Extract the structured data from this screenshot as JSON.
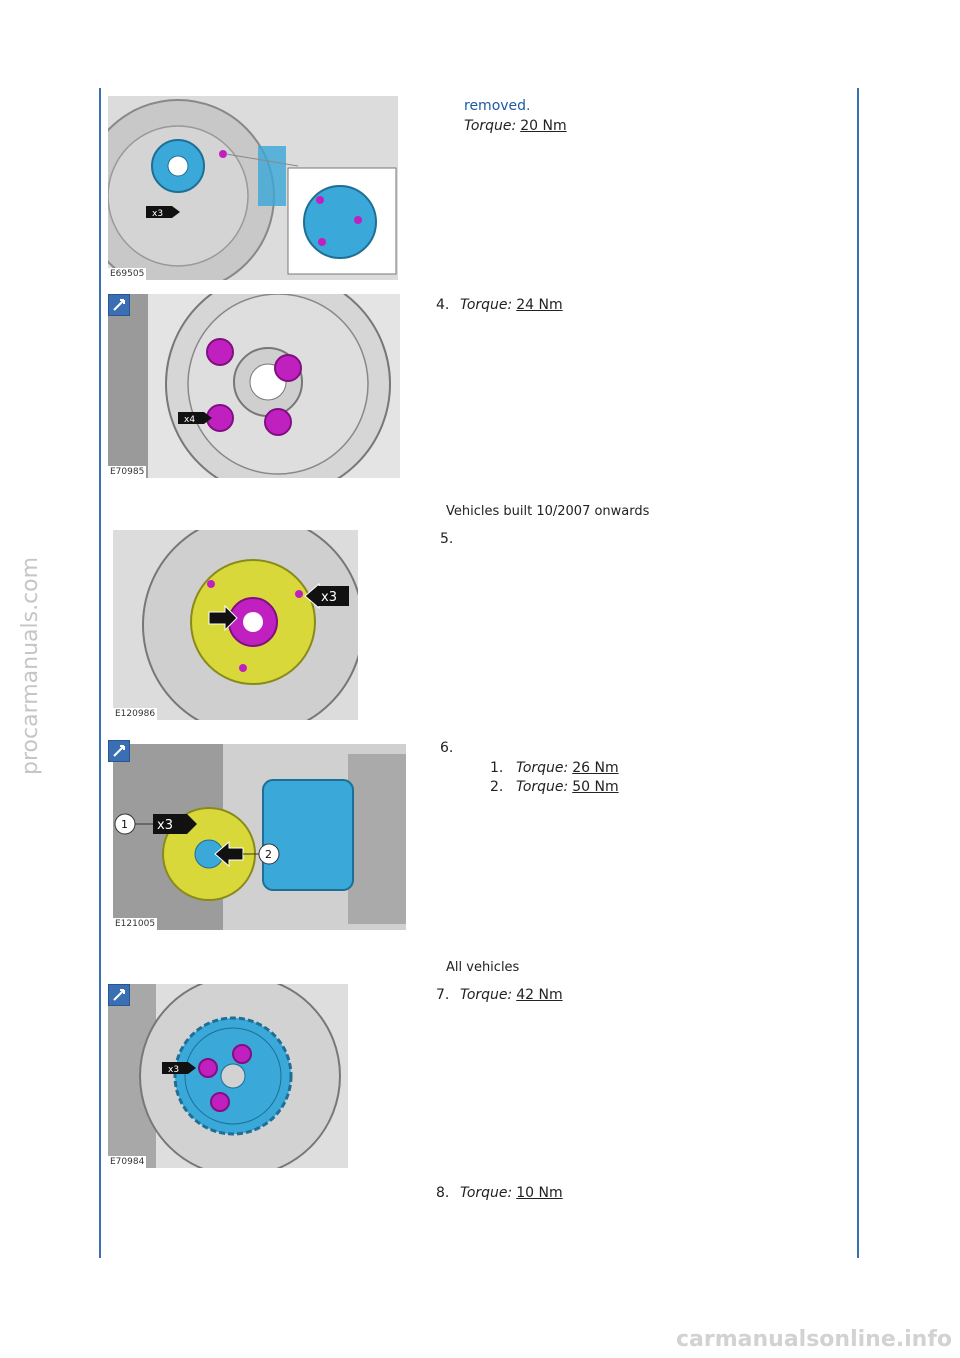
{
  "watermarks": {
    "left": "procarmanuals.com",
    "bottom": "carmanualsonline.info"
  },
  "figures": [
    {
      "code": "E69505"
    },
    {
      "code": "E70985"
    },
    {
      "code": "E120986"
    },
    {
      "code": "E121005"
    },
    {
      "code": "E70984"
    }
  ],
  "step3": {
    "text": "removed.",
    "torque_label": "Torque:",
    "torque_value": "20 Nm"
  },
  "step4": {
    "num": "4.",
    "torque_label": "Torque:",
    "torque_value": "24 Nm"
  },
  "section_a": "Vehicles built 10/2007 onwards",
  "step5": {
    "num": "5."
  },
  "step6": {
    "num": "6.",
    "items": [
      {
        "num": "1.",
        "torque_label": "Torque:",
        "torque_value": "26 Nm"
      },
      {
        "num": "2.",
        "torque_label": "Torque:",
        "torque_value": "50 Nm"
      }
    ]
  },
  "section_b": "All vehicles",
  "step7": {
    "num": "7.",
    "torque_label": "Torque:",
    "torque_value": "42 Nm"
  },
  "step8": {
    "num": "8.",
    "torque_label": "Torque:",
    "torque_value": "10 Nm"
  },
  "callouts": {
    "x3": "x3",
    "x4": "x4",
    "one": "1",
    "two": "2"
  }
}
